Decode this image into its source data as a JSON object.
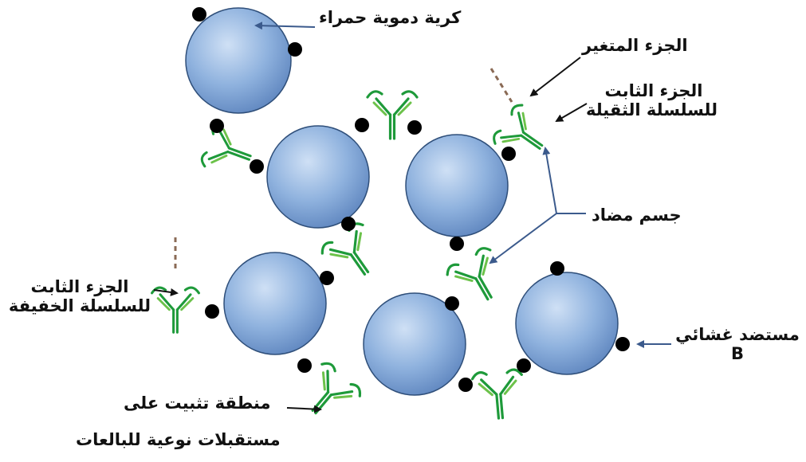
{
  "labels": {
    "red_blood_cell": "كرية دموية حمراء",
    "variable_region": "الجزء المتغير",
    "heavy_constant_line1": "الجزء الثابت",
    "heavy_constant_line2": "للسلسلة الثقيلة",
    "antibody": "جسم مضاد",
    "light_constant_line1": "الجزء الثابت",
    "light_constant_line2": "للسلسلة الخفيفة",
    "antigen_line1": "مستضد غشائي",
    "antigen_line2": "B",
    "fc_site_line1": "منطقة تثبيت على",
    "fc_site_line2": "مستقبلات نوعية للبالعات"
  },
  "colors": {
    "cell_fill": "#7ea7d8",
    "cell_stroke": "#2f4f7a",
    "antigen": "#000000",
    "antibody_heavy": "#1e9a3a",
    "antibody_light": "#6cc24a",
    "arrow_blue": "#3b5a8c",
    "arrow_black": "#111111"
  }
}
